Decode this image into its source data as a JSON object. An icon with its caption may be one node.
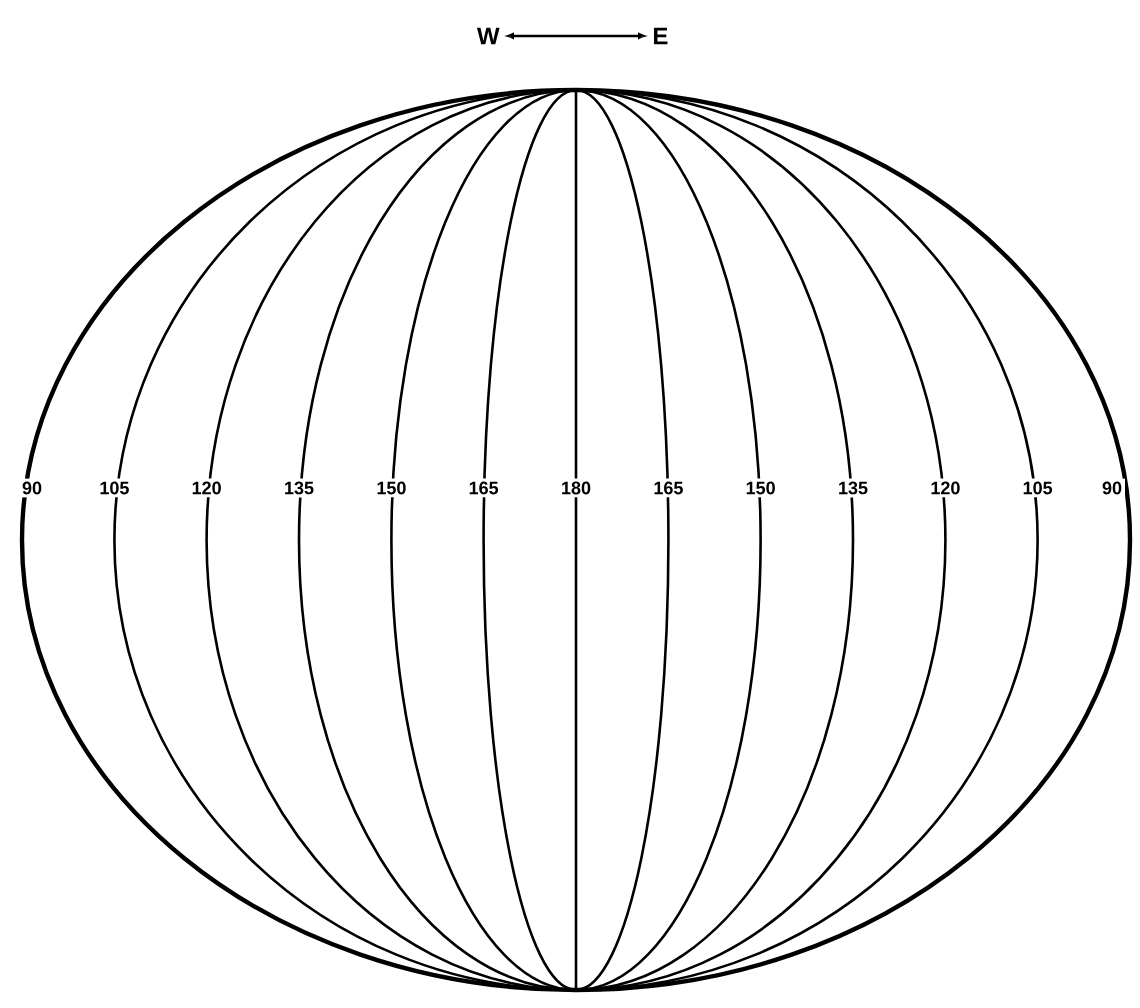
{
  "diagram": {
    "labels": [
      "W",
      "E",
      "90",
      "105",
      "120",
      "135",
      "150",
      "165",
      "180",
      "165",
      "150",
      "135",
      "120",
      "105",
      "90"
    ]
  }
}
